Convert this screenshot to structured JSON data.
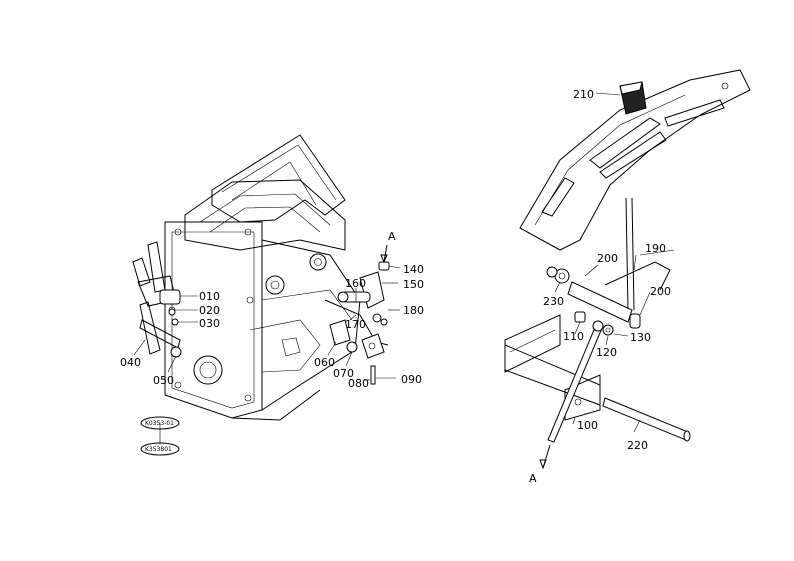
{
  "left_assembly": {
    "part_numbers": [
      "010",
      "020",
      "030",
      "040",
      "050",
      "060",
      "070",
      "080",
      "090",
      "140",
      "150",
      "160",
      "170",
      "180"
    ],
    "arrow_marker": "A"
  },
  "right_assembly": {
    "part_numbers": [
      "100",
      "110",
      "120",
      "130",
      "190",
      "200",
      "200",
      "210",
      "220",
      "230"
    ],
    "arrow_marker": "A"
  },
  "stamps": {
    "top": "K0353-01",
    "bottom": "K353801"
  }
}
